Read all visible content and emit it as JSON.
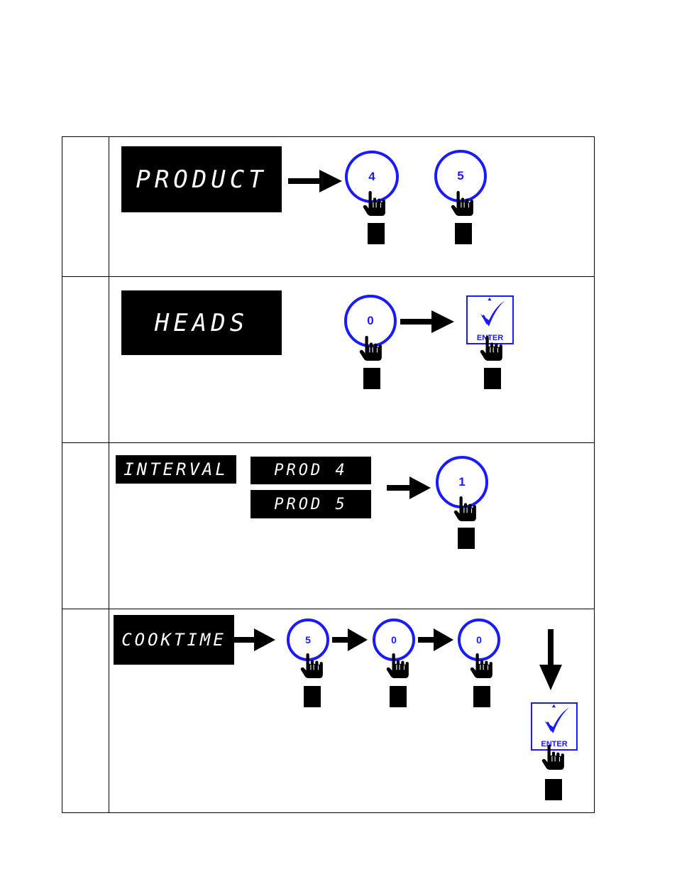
{
  "steps": [
    {
      "display": "PRODUCT",
      "keys": [
        "4",
        "5"
      ]
    },
    {
      "display": "HEADS",
      "keys": [
        "0"
      ],
      "enter_label": "ENTER"
    },
    {
      "display": "INTERVAL",
      "sub_displays": [
        "PROD 4",
        "PROD 5"
      ],
      "keys": [
        "1"
      ]
    },
    {
      "display": "COOKTIME",
      "keys": [
        "5",
        "0",
        "0"
      ],
      "enter_label": "ENTER"
    }
  ],
  "colors": {
    "key_blue": "#1a1aff",
    "display_bg": "#000000",
    "display_text": "#ffffff"
  },
  "icons": {
    "pointer": "pointing-hand-icon",
    "arrow": "arrow-icon",
    "enter": "checkmark-icon"
  }
}
